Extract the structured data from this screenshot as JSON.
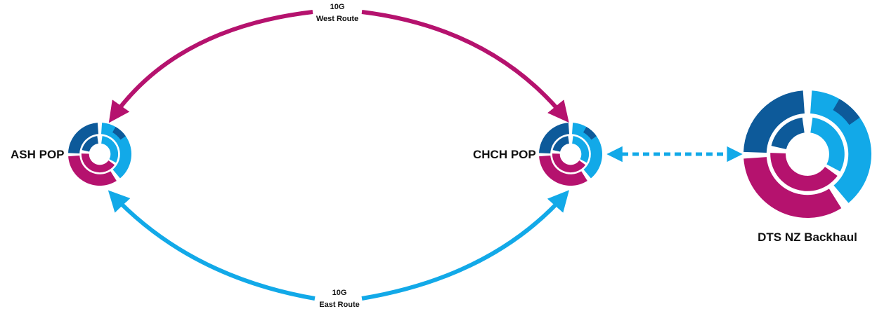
{
  "colors": {
    "west_route": "#b5126e",
    "east_route": "#12a9e8",
    "dark_blue": "#0d5a9a",
    "light_blue": "#12a9e8",
    "magenta": "#b5126e",
    "background": "#ffffff"
  },
  "nodes": {
    "ash": {
      "label": "ASH POP"
    },
    "chch": {
      "label": "CHCH POP"
    },
    "dts": {
      "label": "DTS NZ Backhaul"
    }
  },
  "routes": {
    "west": {
      "capacity": "10G",
      "name": "West Route"
    },
    "east": {
      "capacity": "10G",
      "name": "East Route"
    }
  }
}
